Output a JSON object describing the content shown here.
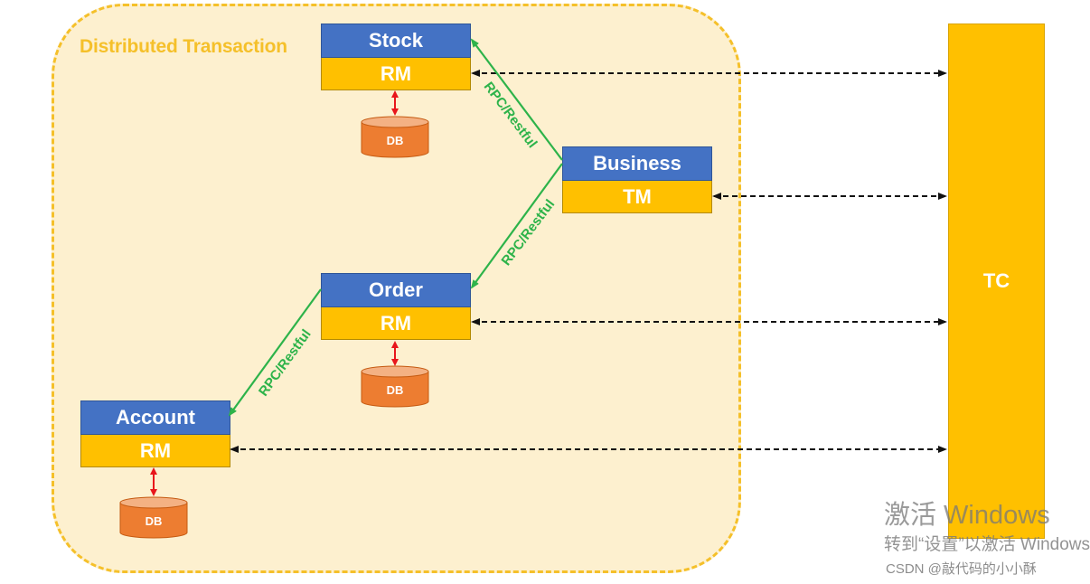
{
  "region": {
    "title": "Distributed Transaction"
  },
  "services": {
    "stock": {
      "name": "Stock",
      "role": "RM"
    },
    "business": {
      "name": "Business",
      "role": "TM"
    },
    "order": {
      "name": "Order",
      "role": "RM"
    },
    "account": {
      "name": "Account",
      "role": "RM"
    }
  },
  "db_label": "DB",
  "tc_label": "TC",
  "rpc_label": "RPC/Restful",
  "watermarks": {
    "activate_title": "激活 Windows",
    "activate_hint": "转到“设置”以激活 Windows",
    "csdn": "CSDN @敲代码的小小酥"
  },
  "colors": {
    "service_blue": "#4472c4",
    "role_gold": "#ffc000",
    "db_orange": "#ed7d31",
    "rpc_green": "#2db34a",
    "db_link_red": "#e8161b",
    "region_border": "#f5c02a"
  }
}
